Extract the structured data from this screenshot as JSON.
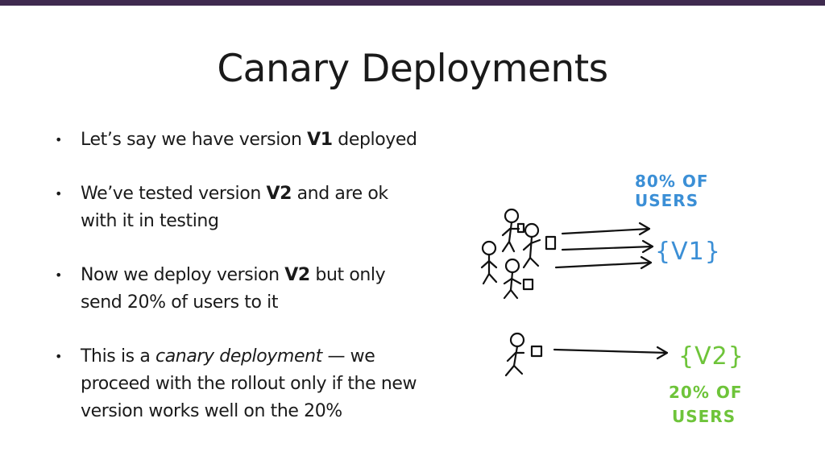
{
  "slide": {
    "title": "Canary Deployments",
    "accent_color": "#3f2a4f",
    "bullets": [
      {
        "pre": "Let’s say we have version ",
        "bold": "V1",
        "post": " deployed"
      },
      {
        "pre": "We’ve tested version ",
        "bold": "V2",
        "post": " and are ok with it in testing"
      },
      {
        "pre": "Now we deploy version ",
        "bold": "V2",
        "post": " but only send 20% of users to it"
      },
      {
        "pre": "This is a ",
        "italic": "canary deployment",
        "post": " — we proceed with the rollout only if the new version works well on the 20%"
      }
    ]
  },
  "sketch": {
    "top_group": {
      "label_line1": "80% OF",
      "label_line2": "USERS",
      "version_label": "{V1}",
      "color": "#3b8fd6"
    },
    "bottom_group": {
      "label_line1": "20% OF",
      "label_line2": "USERS",
      "version_label": "{V2}",
      "color": "#6ec43a"
    }
  }
}
